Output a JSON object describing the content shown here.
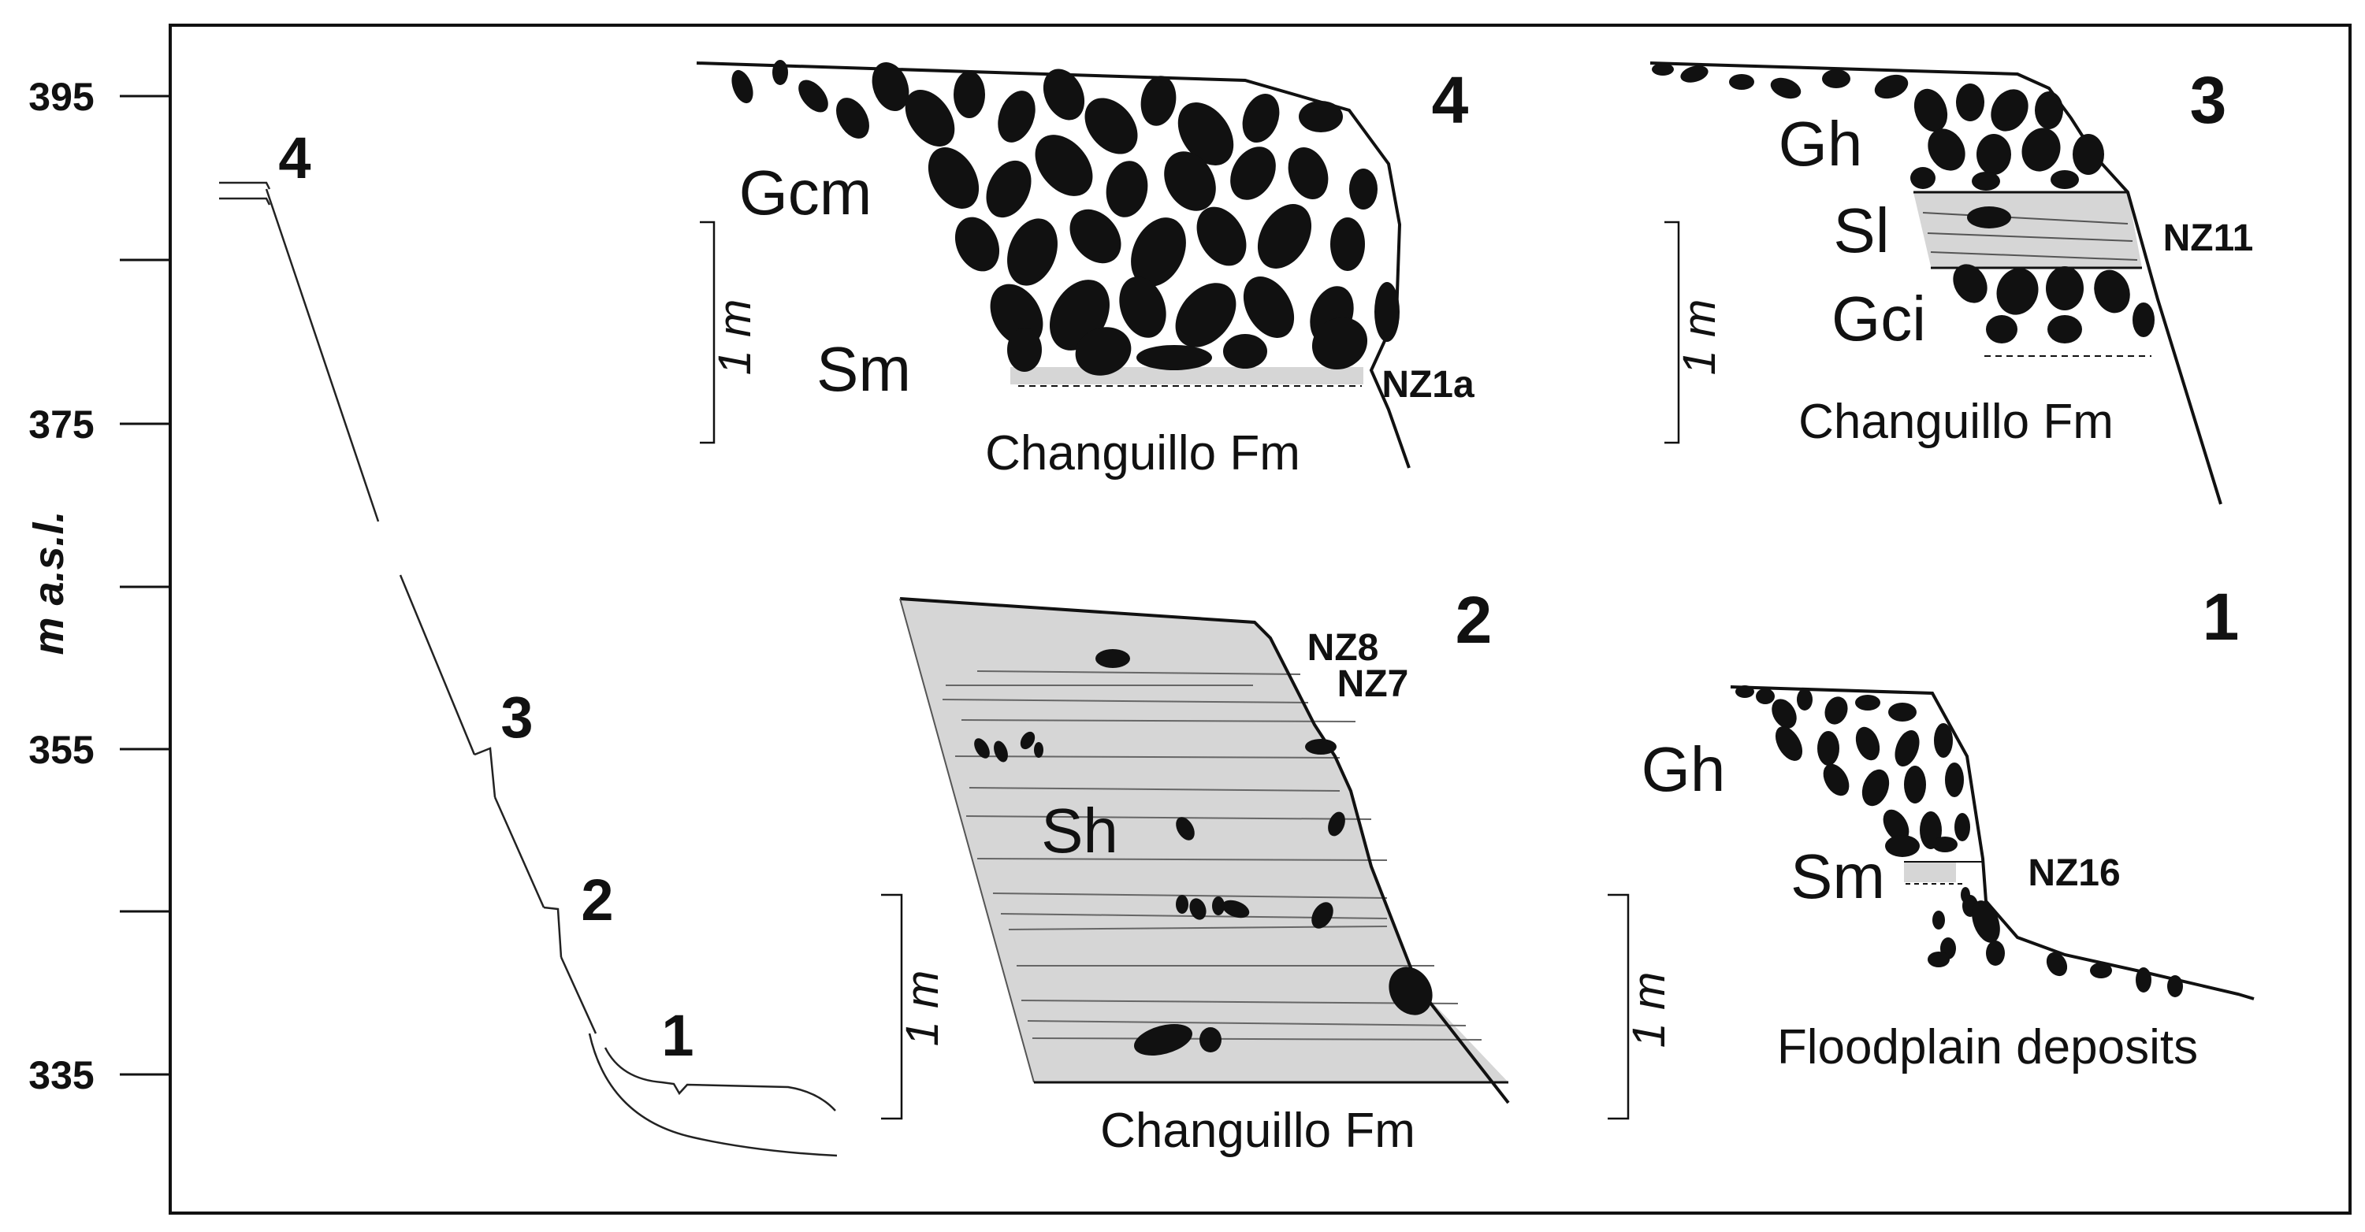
{
  "axis": {
    "label": "m a.s.l.",
    "ticks": [
      "395",
      "375",
      "355",
      "335"
    ]
  },
  "profile": {
    "terrace_numbers": [
      "4",
      "3",
      "2",
      "1"
    ]
  },
  "scale_bar": "1 m",
  "sections": {
    "t4": {
      "number": "4",
      "facies": [
        "Gcm",
        "Sm"
      ],
      "sample": "NZ1a",
      "base": "Changuillo Fm"
    },
    "t3": {
      "number": "3",
      "facies": [
        "Gh",
        "Sl",
        "Gci"
      ],
      "sample": "NZ11",
      "base": "Changuillo Fm"
    },
    "t2": {
      "number": "2",
      "facies": [
        "Sh"
      ],
      "samples": [
        "NZ8",
        "NZ7"
      ],
      "base": "Changuillo Fm"
    },
    "t1": {
      "number": "1",
      "facies": [
        "Gh",
        "Sm"
      ],
      "sample": "NZ16",
      "base": "Floodplain deposits"
    }
  },
  "colors": {
    "ink": "#111111",
    "sand": "#d6d6d6",
    "line": "#333333"
  }
}
